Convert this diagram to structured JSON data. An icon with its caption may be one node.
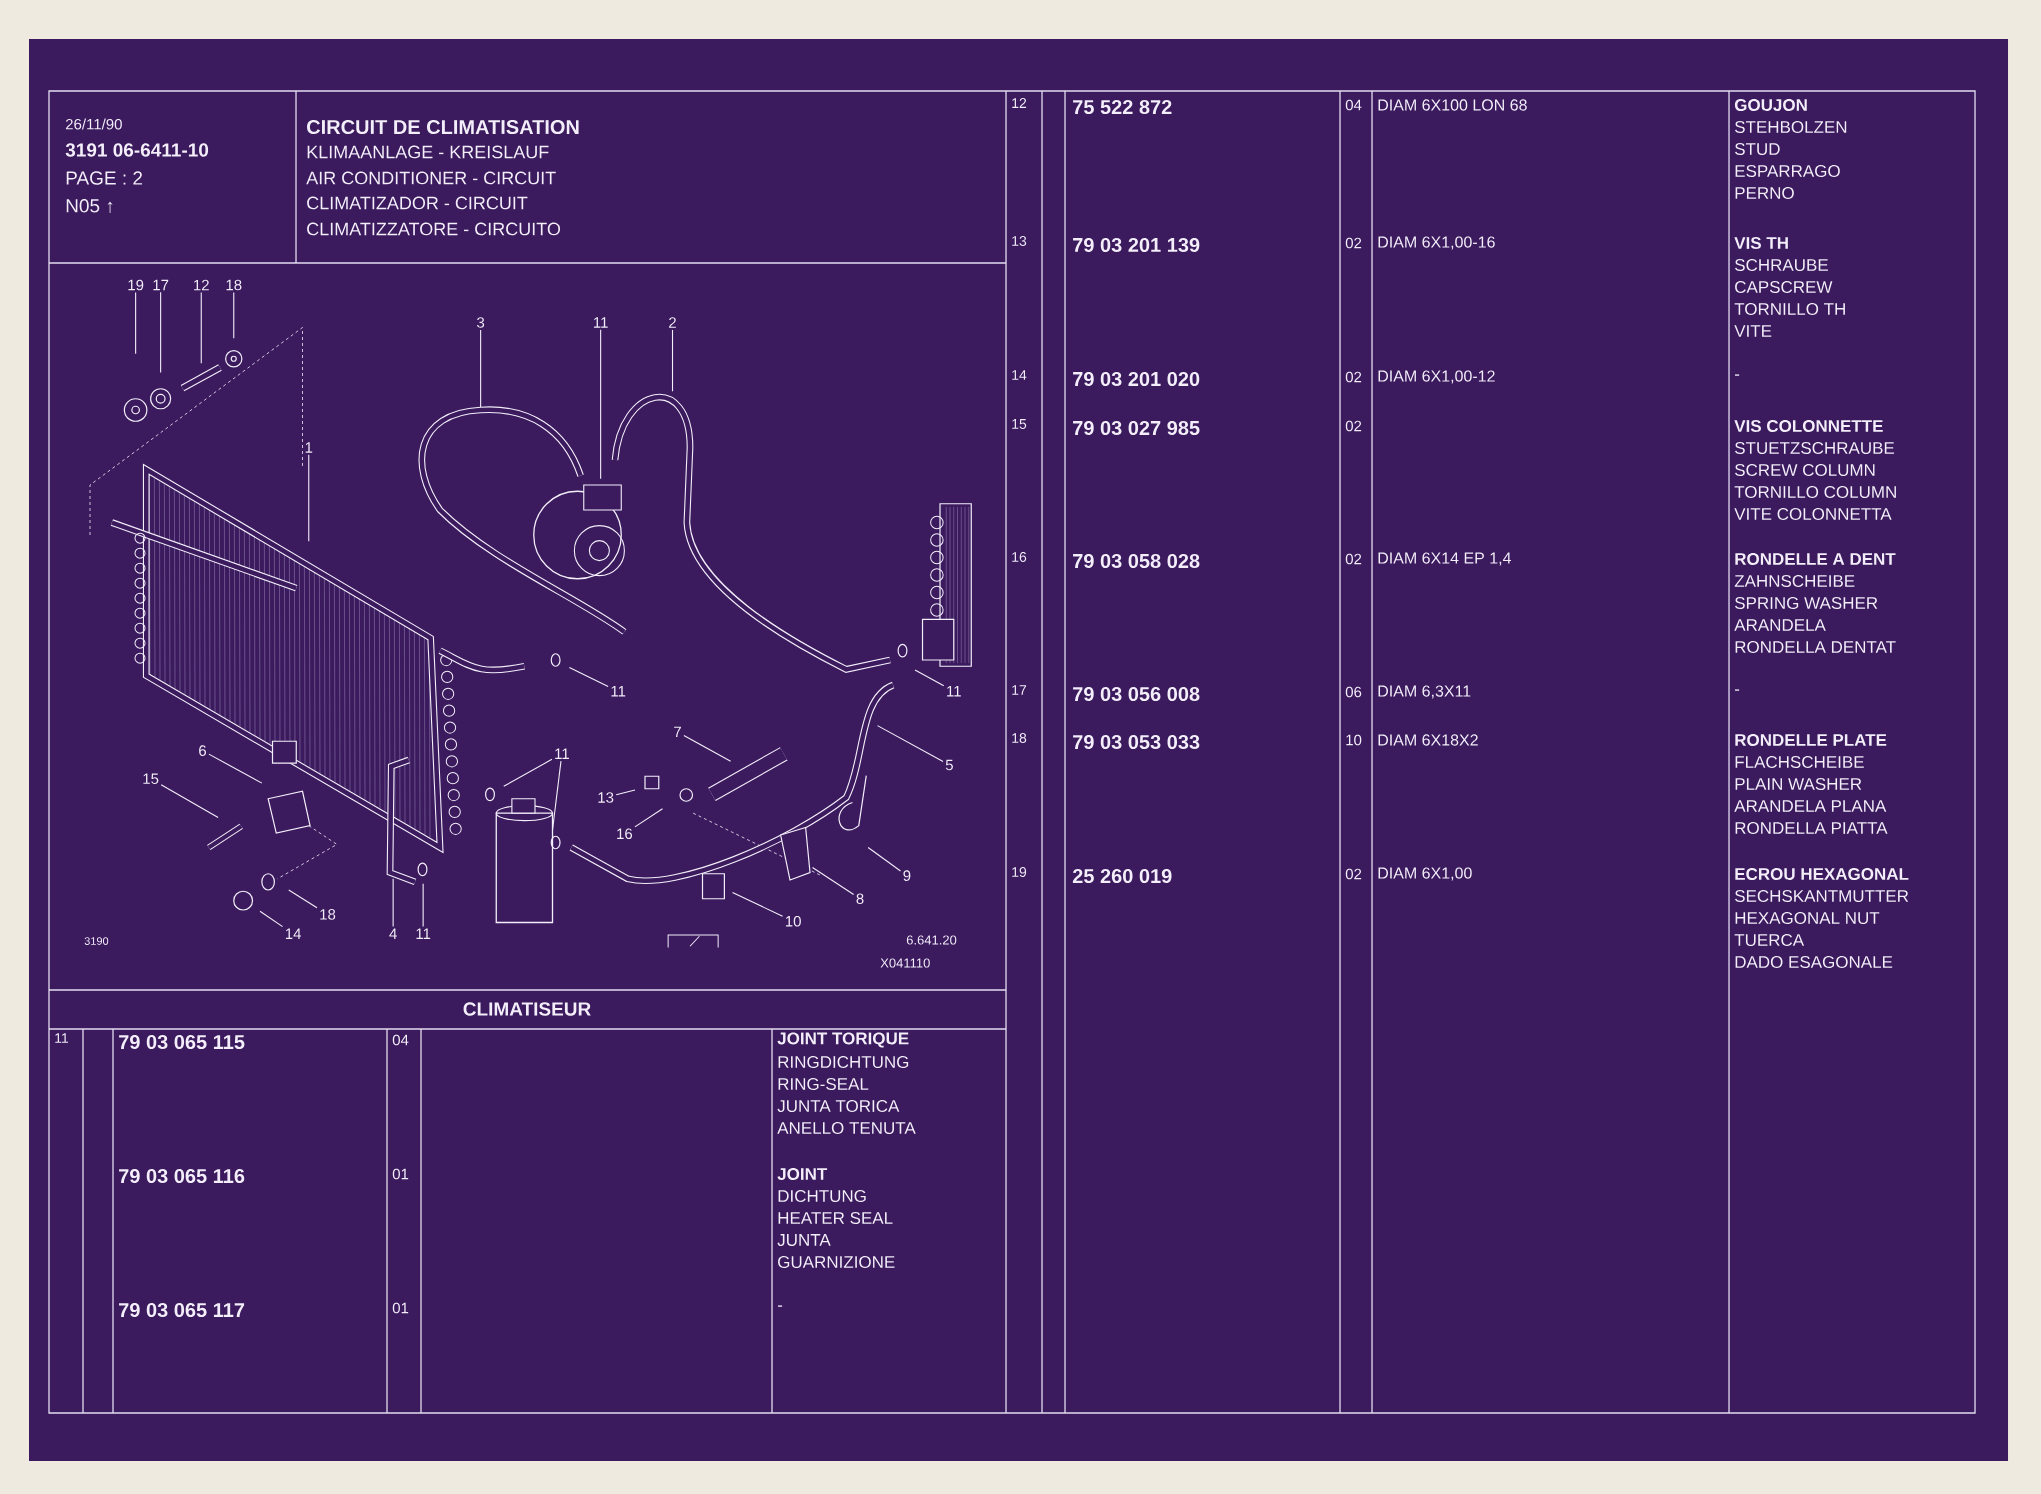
{
  "diagram": {
    "nodes": [
      {
        "text": [
          "19"
        ]
      },
      {
        "text": [
          "17"
        ]
      },
      {
        "text": [
          "12"
        ]
      },
      {
        "text": [
          "18"
        ]
      },
      {
        "text": [
          "3"
        ]
      },
      {
        "text": [
          "11"
        ]
      },
      {
        "text": [
          "2"
        ]
      },
      {
        "text": [
          "1"
        ]
      },
      {
        "text": [
          "11"
        ]
      },
      {
        "text": [
          "11"
        ]
      },
      {
        "text": [
          "7"
        ]
      },
      {
        "text": [
          "6"
        ]
      },
      {
        "text": [
          "11"
        ]
      },
      {
        "text": [
          "5"
        ]
      },
      {
        "text": [
          "15"
        ]
      },
      {
        "text": [
          "13"
        ]
      },
      {
        "text": [
          "16"
        ]
      },
      {
        "text": [
          "9"
        ]
      },
      {
        "text": [
          "8"
        ]
      },
      {
        "text": [
          "18"
        ]
      },
      {
        "text": [
          "10"
        ]
      },
      {
        "text": [
          "14"
        ]
      },
      {
        "text": [
          "4"
        ]
      },
      {
        "text": [
          "11"
        ]
      }
    ],
    "edges": [
      {
        "from": 0,
        "to": null,
        "arrow": "none"
      },
      {
        "from": 1,
        "to": null,
        "arrow": "none"
      },
      {
        "from": 2,
        "to": null,
        "arrow": "none"
      },
      {
        "from": 3,
        "to": null,
        "arrow": "none"
      },
      {
        "from": 4,
        "to": null,
        "arrow": "none"
      },
      {
        "from": 5,
        "to": null,
        "arrow": "none"
      },
      {
        "from": 6,
        "to": null,
        "arrow": "none"
      },
      {
        "from": 7,
        "to": null,
        "arrow": "none"
      },
      {
        "from": 8,
        "to": null,
        "arrow": "none"
      },
      {
        "from": 9,
        "to": null,
        "arrow": "none"
      },
      {
        "from": 10,
        "to": null,
        "arrow": "none"
      },
      {
        "from": 11,
        "to": null,
        "arrow": "none"
      },
      {
        "from": 12,
        "to": null,
        "arrow": "none"
      },
      {
        "from": 12,
        "to": null,
        "arrow": "none"
      },
      {
        "from": 13,
        "to": null,
        "arrow": "none"
      },
      {
        "from": 14,
        "to": null,
        "arrow": "none"
      },
      {
        "from": 15,
        "to": null,
        "arrow": "none"
      },
      {
        "from": 16,
        "to": null,
        "arrow": "none"
      },
      {
        "from": 17,
        "to": null,
        "arrow": "none"
      },
      {
        "from": 18,
        "to": null,
        "arrow": "none"
      },
      {
        "from": 19,
        "to": null,
        "arrow": "none"
      },
      {
        "from": 20,
        "to": null,
        "arrow": "none"
      },
      {
        "from": 21,
        "to": null,
        "arrow": "none"
      },
      {
        "from": 22,
        "to": null,
        "arrow": "none"
      },
      {
        "from": 23,
        "to": null,
        "arrow": "none"
      }
    ],
    "labels": [
      "26/11/90",
      "3191  06-6411-10",
      "PAGE : 2",
      "N05 ↑",
      "CIRCUIT DE CLIMATISATION",
      "KLIMAANLAGE - KREISLAUF",
      "AIR CONDITIONER - CIRCUIT",
      "CLIMATIZADOR - CIRCUIT",
      "CLIMATIZZATORE - CIRCUITO",
      "3190",
      "6.641.20",
      "X041110",
      "CLIMATISEUR",
      "11",
      "79 03 065 115",
      "04",
      "JOINT TORIQUE",
      "RINGDICHTUNG",
      "RING-SEAL",
      "JUNTA TORICA",
      "ANELLO TENUTA",
      "79 03 065 116",
      "01",
      "JOINT",
      "DICHTUNG",
      "HEATER SEAL",
      "JUNTA",
      "GUARNIZIONE",
      "79 03 065 117",
      "01",
      "-",
      "12",
      "75 522 872",
      "04",
      "DIAM 6X100 LON 68",
      "GOUJON",
      "STEHBOLZEN",
      "STUD",
      "ESPARRAGO",
      "PERNO",
      "13",
      "79 03 201 139",
      "02",
      "DIAM 6X1,00-16",
      "VIS TH",
      "SCHRAUBE",
      "CAPSCREW",
      "TORNILLO TH",
      "VITE",
      "14",
      "79 03 201 020",
      "02",
      "DIAM 6X1,00-12",
      "-",
      "15",
      "79 03 027 985",
      "02",
      "VIS COLONNETTE",
      "STUETZSCHRAUBE",
      "SCREW COLUMN",
      "TORNILLO COLUMN",
      "VITE COLONNETTA",
      "16",
      "79 03 058 028",
      "02",
      "DIAM 6X14 EP 1,4",
      "RONDELLE A DENT",
      "ZAHNSCHEIBE",
      "SPRING WASHER",
      "ARANDELA",
      "RONDELLA DENTAT",
      "17",
      "79 03 056 008",
      "06",
      "DIAM 6,3X11",
      "-",
      "18",
      "79 03 053 033",
      "10",
      "DIAM 6X18X2",
      "RONDELLE PLATE",
      "FLACHSCHEIBE",
      "PLAIN WASHER",
      "ARANDELA PLANA",
      "RONDELLA PIATTA",
      "19",
      "25 260 019",
      "02",
      "DIAM 6X1,00",
      "ECROU HEXAGONAL",
      "SECHSKANTMUTTER",
      "HEXAGONAL NUT",
      "TUERCA",
      "DADO ESAGONALE"
    ]
  }
}
